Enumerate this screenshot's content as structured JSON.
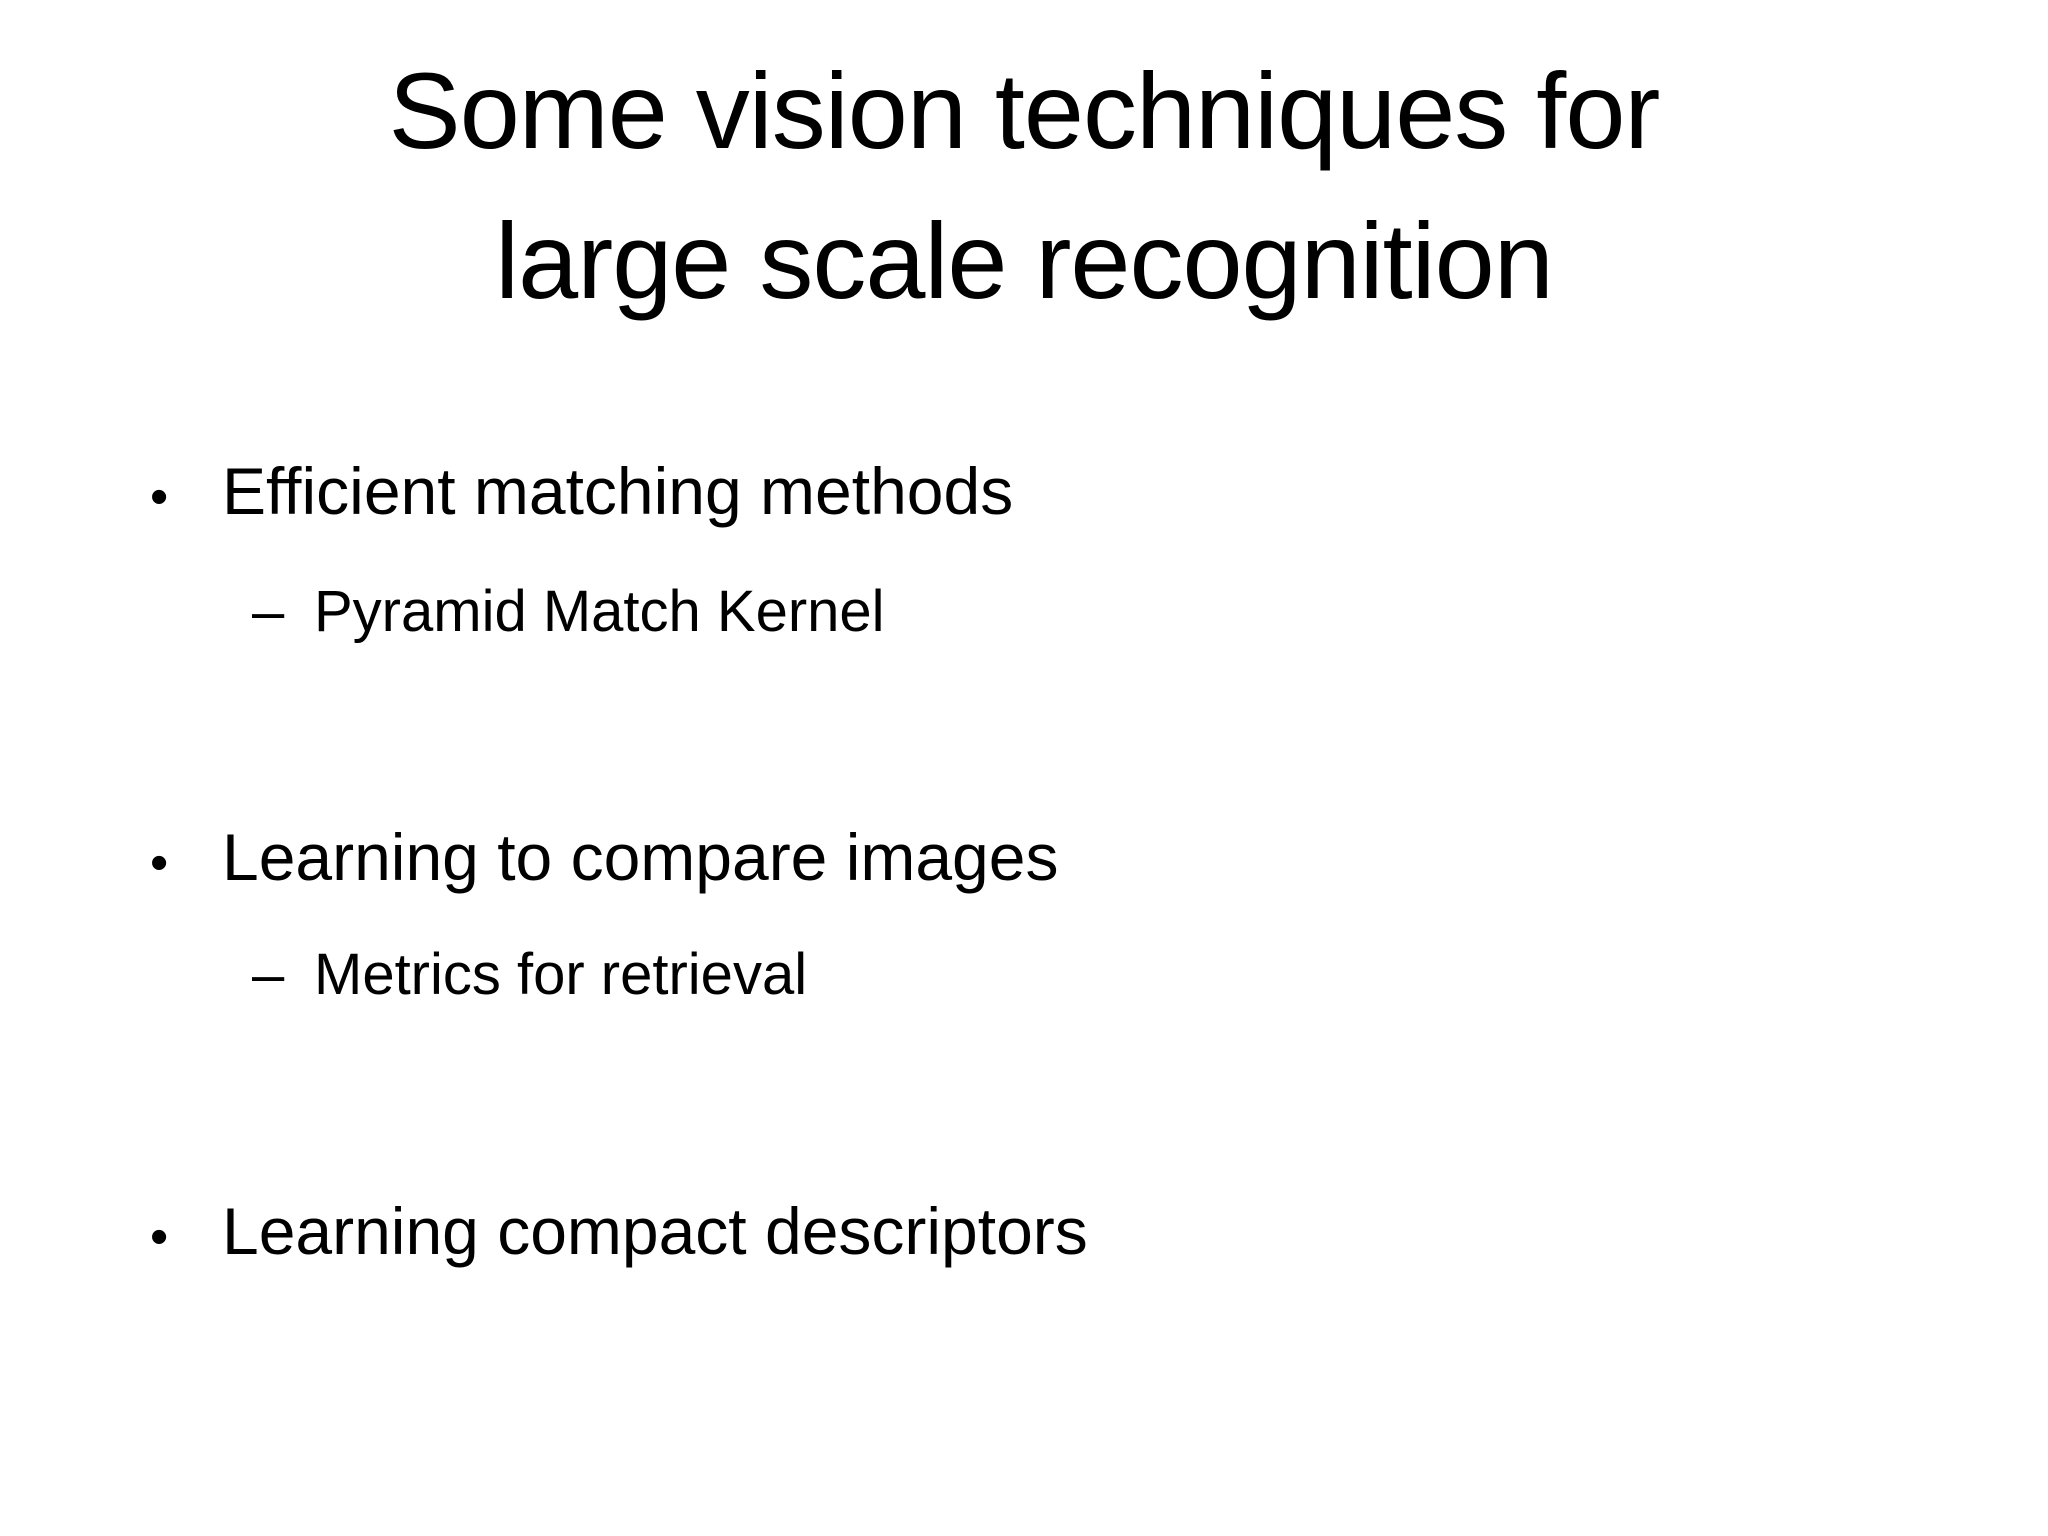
{
  "slide": {
    "background_color": "#ffffff",
    "text_color": "#000000",
    "title_line1": "Some vision techniques for",
    "title_line2": "large scale recognition",
    "bullet_glyph": "•",
    "sub_bullet_glyph": "–",
    "bullets": [
      {
        "label": "Efficient matching methods",
        "sub": "Pyramid Match Kernel"
      },
      {
        "label": "Learning to compare images",
        "sub": "Metrics for retrieval"
      },
      {
        "label": "Learning compact descriptors"
      }
    ]
  }
}
